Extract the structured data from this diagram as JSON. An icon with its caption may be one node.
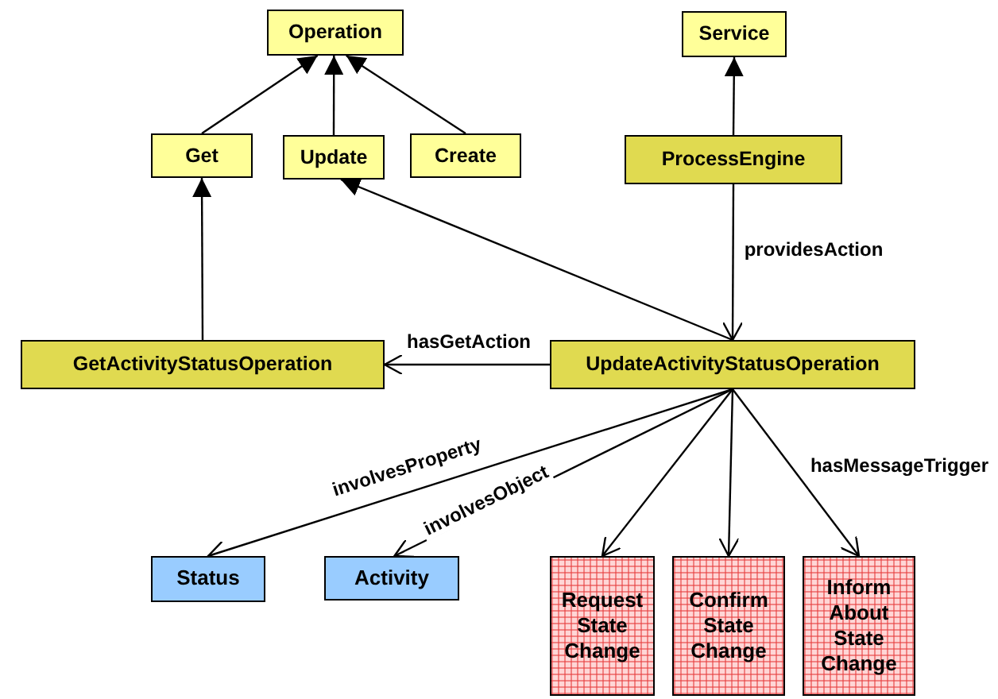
{
  "diagram": {
    "nodes": [
      {
        "text": [
          "Operation"
        ]
      },
      {
        "text": [
          "Service"
        ]
      },
      {
        "text": [
          "Get"
        ]
      },
      {
        "text": [
          "Update"
        ]
      },
      {
        "text": [
          "Create"
        ]
      },
      {
        "text": [
          "ProcessEngine"
        ]
      },
      {
        "text": [
          "GetActivityStatusOperation"
        ]
      },
      {
        "text": [
          "UpdateActivityStatusOperation"
        ]
      },
      {
        "text": [
          "Status"
        ]
      },
      {
        "text": [
          "Activity"
        ]
      },
      {
        "text": [
          "Request State Change"
        ]
      },
      {
        "text": [
          "Confirm State Change"
        ]
      },
      {
        "text": [
          "Inform About State Change"
        ]
      }
    ],
    "edges": [
      {
        "from": 2,
        "to": 0,
        "arrow": "to"
      },
      {
        "from": 3,
        "to": 0,
        "arrow": "to"
      },
      {
        "from": 4,
        "to": 0,
        "arrow": "to"
      },
      {
        "from": 5,
        "to": 1,
        "arrow": "to"
      },
      {
        "from": 6,
        "to": 2,
        "arrow": "to"
      },
      {
        "from": 7,
        "to": 3,
        "arrow": "to"
      },
      {
        "from": 5,
        "to": 7,
        "arrow": "to",
        "label": "providesAction"
      },
      {
        "from": 7,
        "to": 6,
        "arrow": "to",
        "label": "hasGetAction"
      },
      {
        "from": 7,
        "to": 8,
        "arrow": "to",
        "label": "involvesProperty"
      },
      {
        "from": 7,
        "to": 9,
        "arrow": "to",
        "label": "involvesObject"
      },
      {
        "from": 7,
        "to": 10,
        "arrow": "to"
      },
      {
        "from": 7,
        "to": 11,
        "arrow": "to"
      },
      {
        "from": 7,
        "to": 12,
        "arrow": "to",
        "label": "hasMessageTrigger"
      }
    ]
  }
}
